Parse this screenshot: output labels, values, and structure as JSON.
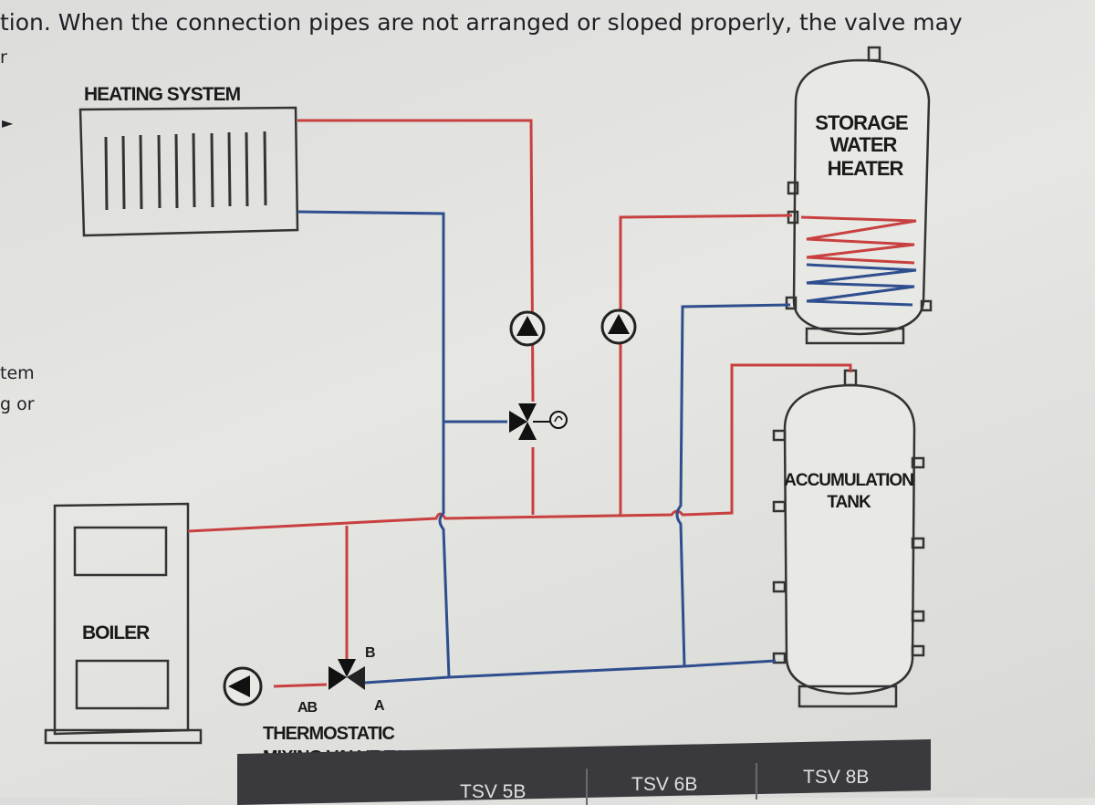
{
  "page": {
    "top_text": "tion. When the connection pipes are not arranged or sloped properly, the valve may",
    "fragment_r": "r",
    "fragment_tem": "tem",
    "fragment_gor": "g or"
  },
  "diagram": {
    "heating_system": "HEATING SYSTEM",
    "storage_line1": "STORAGE",
    "storage_line2": "WATER",
    "storage_line3": "HEATER",
    "accumulation_line1": "ACCUMULATION",
    "accumulation_line2": "TANK",
    "boiler": "BOILER",
    "port_b": "B",
    "port_ab": "AB",
    "port_a": "A",
    "valve_line1": "THERMOSTATIC",
    "valve_line2": "MIXING VALVE TSVB",
    "colors": {
      "hot_pipe": "#c8403f",
      "cold_pipe": "#2e4e8e",
      "outline": "#333333"
    }
  },
  "table_header": {
    "tabs": [
      "TSV 5B",
      "TSV 6B",
      "TSV 8B"
    ]
  }
}
